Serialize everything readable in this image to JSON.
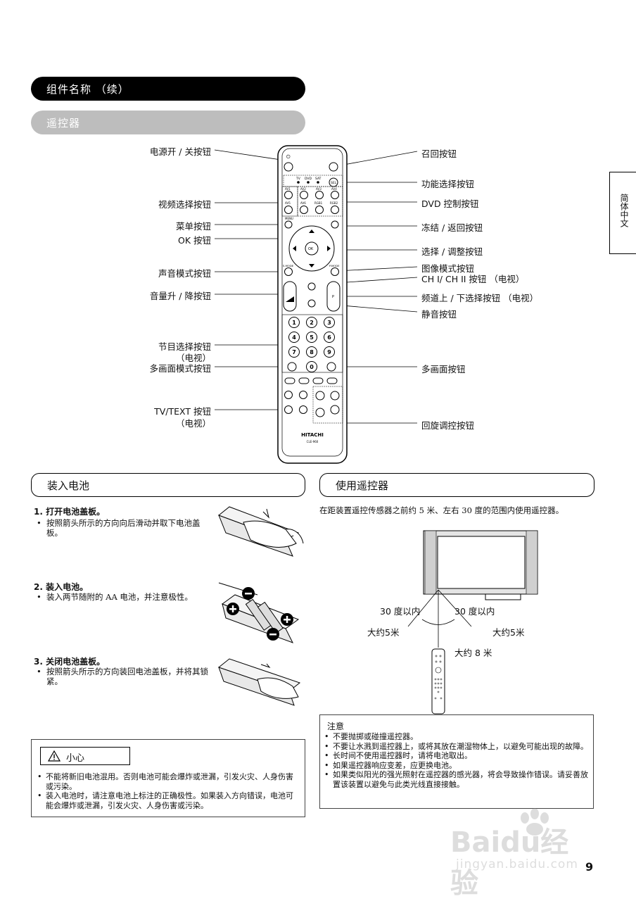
{
  "header": {
    "section_title": "组件名称 （续）",
    "sub_title": "遥控器"
  },
  "side_tab": "简体中文",
  "remote_labels": {
    "left": [
      "电源开 / 关按钮",
      "视频选择按钮",
      "菜单按钮",
      "OK 按钮",
      "声音模式按钮",
      "音量升 / 降按钮",
      "节目选择按钮",
      "（电视）",
      "多画面模式按钮",
      "TV/TEXT 按钮",
      "（电视）"
    ],
    "right": [
      "召回按钮",
      "功能选择按钮",
      "DVD 控制按钮",
      "冻结 / 返回按钮",
      "选择 / 调整按钮",
      "图像模式按钮",
      "CH I/ CH II 按钮 （电视）",
      "频道上 / 下选择按钮 （电视）",
      "静音按钮",
      "多画面按钮",
      "回旋调控按钮"
    ]
  },
  "remote_printed": {
    "tv": "TV",
    "dvd": "DVD",
    "sat": "SAT",
    "sel": "SEL",
    "av1": "AV1",
    "av2": "AV2",
    "av3": "AV3",
    "av4": "AV4",
    "av5": "AV5",
    "av6": "AV6",
    "rgb1": "RGB1",
    "rgb2": "RGB2",
    "menu": "MENU",
    "ok": "OK",
    "smode": "S.MODE",
    "pmode": "P.MODE",
    "numbers": [
      "1",
      "2",
      "3",
      "4",
      "5",
      "6",
      "7",
      "8",
      "9",
      "0"
    ],
    "brand": "HITACHI",
    "model": "CLE-960"
  },
  "battery": {
    "heading": "装入电池",
    "steps": [
      {
        "title": "1.  打开电池盖板。",
        "body": "按照箭头所示的方向向后滑动并取下电池盖板。"
      },
      {
        "title": "2.  装入电池。",
        "body": "装入两节随附的 AA 电池，并注意极性。"
      },
      {
        "title": "3.  关闭电池盖板。",
        "body": "按照箭头所示的方向装回电池盖板，并将其锁紧。"
      }
    ]
  },
  "usage": {
    "heading": "使用遥控器",
    "text": "在距装置遥控传感器之前约 5 米、左右 30 度的范围内使用遥控器。",
    "angle_left": "30 度以内",
    "angle_right": "30 度以内",
    "dist_left": "大约5米",
    "dist_right": "大约5米",
    "dist_center": "大约 8 米"
  },
  "caution": {
    "title": "小心",
    "items": [
      "不能将新旧电池混用。否则电池可能会爆炸或泄漏，引发火灾、人身伤害或污染。",
      "装入电池时，请注意电池上标注的正确极性。如果装入方向错误，电池可能会爆炸或泄漏，引发火灾、人身伤害或污染。"
    ]
  },
  "notes": {
    "title": "注意",
    "items": [
      "不要抛掷或碰撞遥控器。",
      "不要让水溅到遥控器上，或将其放在潮湿物体上，以避免可能出现的故障。",
      "长时间不使用遥控器时，请将电池取出。",
      "如果遥控器响应变差，应更换电池。",
      "如果类似阳光的强光照射在遥控器的感光器，将会导致操作错误。请妥善放置该装置以避免与此类光线直接接触。"
    ]
  },
  "page_number": "9",
  "watermark": {
    "brand": "Baidu经验",
    "url": "jingyan.baidu.com"
  }
}
